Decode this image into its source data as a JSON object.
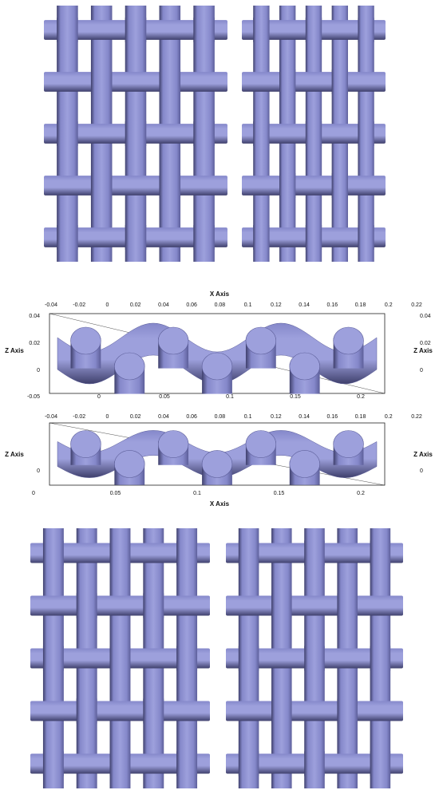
{
  "colors": {
    "fiber_light": "#9da0dc",
    "fiber_mid": "#8588ca",
    "fiber_dark": "#5d5f9a",
    "fiber_shadow": "#3f406c",
    "frame": "#222222",
    "background": "#ffffff"
  },
  "weaves": {
    "top_left": {
      "warps": 5,
      "wefts": 5
    },
    "top_right": {
      "warps": 5,
      "wefts": 5
    },
    "bottom_left": {
      "warps": 5,
      "wefts": 5
    },
    "bottom_right": {
      "warps": 5,
      "wefts": 5
    }
  },
  "chart_data": [
    {
      "type": "other",
      "xlabel": "X Axis",
      "zlabel": "Z Axis",
      "x_ticks_top": [
        "-0.04",
        "-0.02",
        "0",
        "0.02",
        "0.04",
        "0.06",
        "0.08",
        "0.1",
        "0.12",
        "0.14",
        "0.16",
        "0.18",
        "0.2",
        "0.22"
      ],
      "x_ticks_bottom": [
        "-0.05",
        "0",
        "0.05",
        "0.1",
        "0.15",
        "0.2"
      ],
      "z_ticks_left": [
        "0.04",
        "0.02",
        "0"
      ],
      "z_ticks_right": [
        "0.04",
        "0.02",
        "0"
      ]
    },
    {
      "type": "other",
      "xlabel": "X Axis",
      "zlabel": "Z Axis",
      "x_ticks_top": [
        "-0.04",
        "-0.02",
        "0",
        "0.02",
        "0.04",
        "0.06",
        "0.08",
        "0.1",
        "0.12",
        "0.14",
        "0.16",
        "0.18",
        "0.2",
        "0.22"
      ],
      "x_ticks_bottom": [
        "0",
        "0.05",
        "0.1",
        "0.15",
        "0.2"
      ],
      "z_ticks_left": [
        "0"
      ],
      "z_ticks_right": [
        "0"
      ]
    }
  ]
}
